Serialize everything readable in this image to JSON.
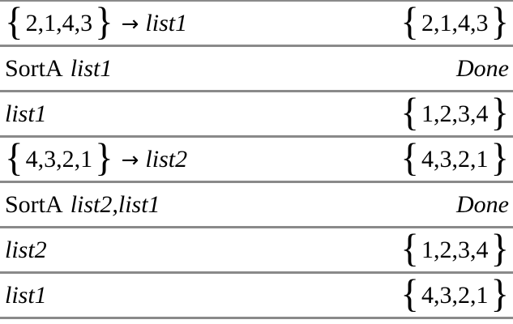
{
  "app": {
    "name": "calculator-history-screen",
    "description_labels": {
      "store_command": "SortA"
    }
  },
  "colors": {
    "background": "#ffffff",
    "text": "#000000",
    "separator": "#8a8a8a"
  },
  "glyphs": {
    "open_brace": "{",
    "close_brace": "}",
    "store_arrow": "→"
  },
  "rows": [
    {
      "input": [
        {
          "t": "open"
        },
        {
          "t": "num",
          "v": "2,1,4,3"
        },
        {
          "t": "close"
        },
        {
          "t": "arrow"
        },
        {
          "t": "var",
          "v": "list1"
        }
      ],
      "result": [
        {
          "t": "open"
        },
        {
          "t": "num",
          "v": "2,1,4,3"
        },
        {
          "t": "close"
        }
      ]
    },
    {
      "input": [
        {
          "t": "kw",
          "v": "SortA"
        },
        {
          "t": "var",
          "v": "list1"
        }
      ],
      "result": [
        {
          "t": "word",
          "v": "Done"
        }
      ]
    },
    {
      "input": [
        {
          "t": "var",
          "v": "list1"
        }
      ],
      "result": [
        {
          "t": "open"
        },
        {
          "t": "num",
          "v": "1,2,3,4"
        },
        {
          "t": "close"
        }
      ]
    },
    {
      "input": [
        {
          "t": "open"
        },
        {
          "t": "num",
          "v": "4,3,2,1"
        },
        {
          "t": "close"
        },
        {
          "t": "arrow"
        },
        {
          "t": "var",
          "v": "list2"
        }
      ],
      "result": [
        {
          "t": "open"
        },
        {
          "t": "num",
          "v": "4,3,2,1"
        },
        {
          "t": "close"
        }
      ]
    },
    {
      "input": [
        {
          "t": "kw",
          "v": "SortA"
        },
        {
          "t": "var",
          "v": "list2,list1"
        }
      ],
      "result": [
        {
          "t": "word",
          "v": "Done"
        }
      ]
    },
    {
      "input": [
        {
          "t": "var",
          "v": "list2"
        }
      ],
      "result": [
        {
          "t": "open"
        },
        {
          "t": "num",
          "v": "1,2,3,4"
        },
        {
          "t": "close"
        }
      ]
    },
    {
      "input": [
        {
          "t": "var",
          "v": "list1"
        }
      ],
      "result": [
        {
          "t": "open"
        },
        {
          "t": "num",
          "v": "4,3,2,1"
        },
        {
          "t": "close"
        }
      ]
    }
  ]
}
